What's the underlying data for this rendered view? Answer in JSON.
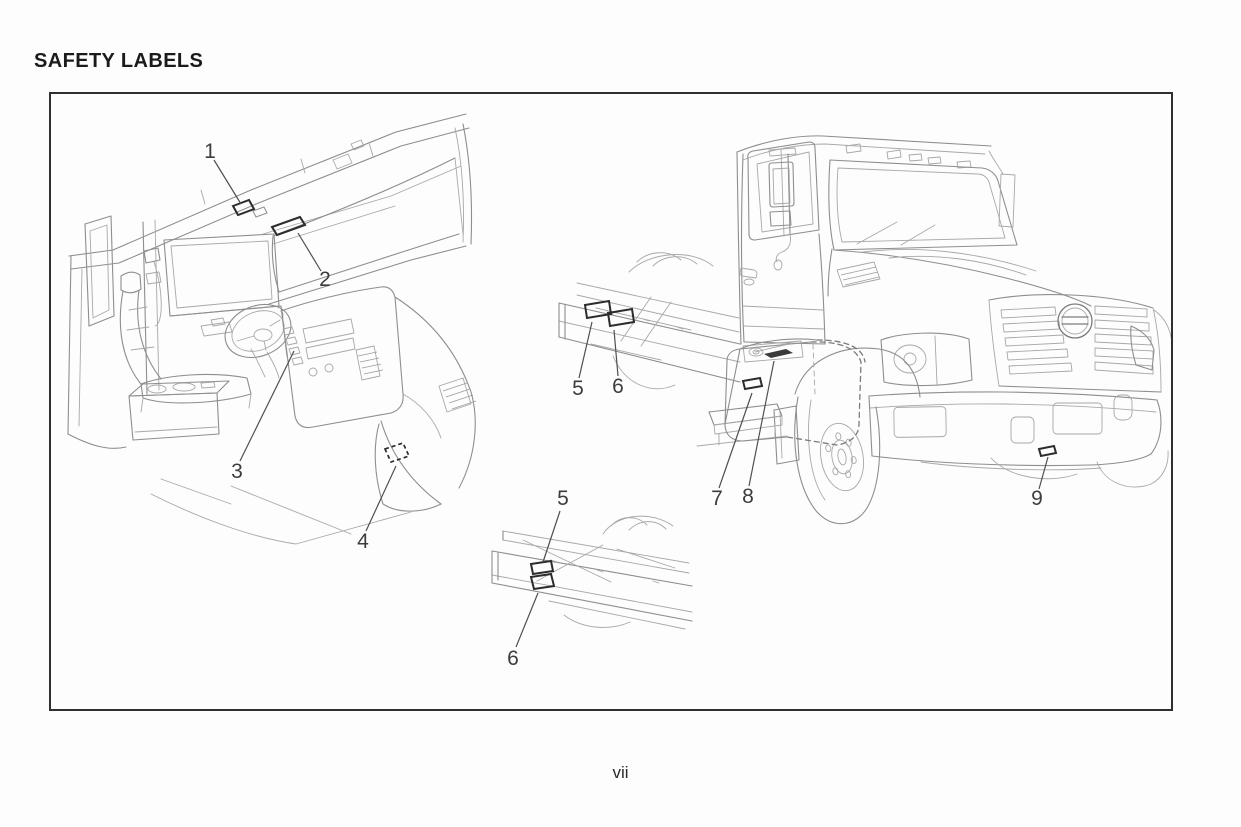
{
  "page": {
    "title": "SAFETY LABELS",
    "page_number": "vii"
  },
  "figure": {
    "callouts": {
      "interior": [
        "1",
        "2",
        "3",
        "4"
      ],
      "exterior": [
        "5",
        "6",
        "7",
        "8",
        "9"
      ],
      "frame_detail": [
        "5",
        "6"
      ]
    }
  },
  "colors": {
    "background": "#fdfdfd",
    "drawing_line": "#8e8e8e",
    "label_marker": "#2c2c2c",
    "callout_text": "#3d3d3d",
    "border": "#2f2f2f",
    "title_text": "#1b1b1b"
  }
}
